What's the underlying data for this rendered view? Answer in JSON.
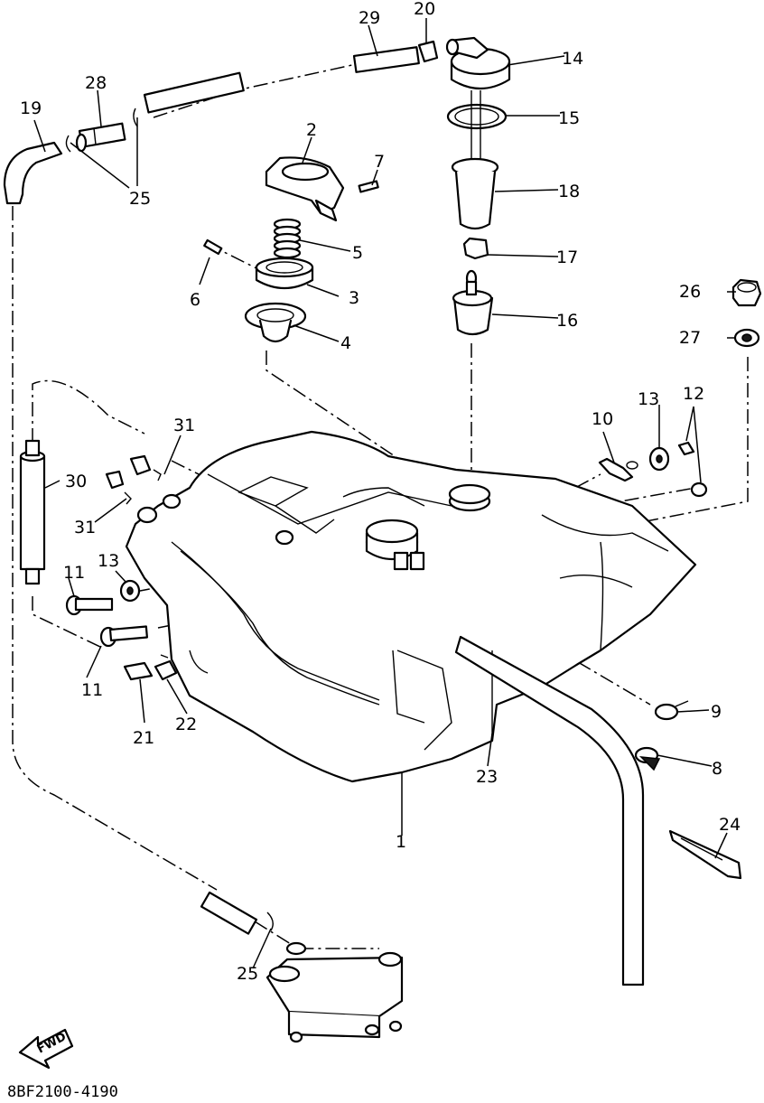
{
  "diagram": {
    "drawing_code": "8BF2100-4190",
    "forward_label": "FWD",
    "callouts": {
      "c1": "1",
      "c2": "2",
      "c3": "3",
      "c4": "4",
      "c5": "5",
      "c6": "6",
      "c7": "7",
      "c8": "8",
      "c9": "9",
      "c10": "10",
      "c11a": "11",
      "c11b": "11",
      "c12": "12",
      "c13a": "13",
      "c13b": "13",
      "c14": "14",
      "c15": "15",
      "c16": "16",
      "c17": "17",
      "c18": "18",
      "c19": "19",
      "c20": "20",
      "c21": "21",
      "c22": "22",
      "c23": "23",
      "c24": "24",
      "c25a": "25",
      "c25b": "25",
      "c26": "26",
      "c27": "27",
      "c28": "28",
      "c29": "29",
      "c30": "30",
      "c31a": "31",
      "c31b": "31"
    }
  }
}
